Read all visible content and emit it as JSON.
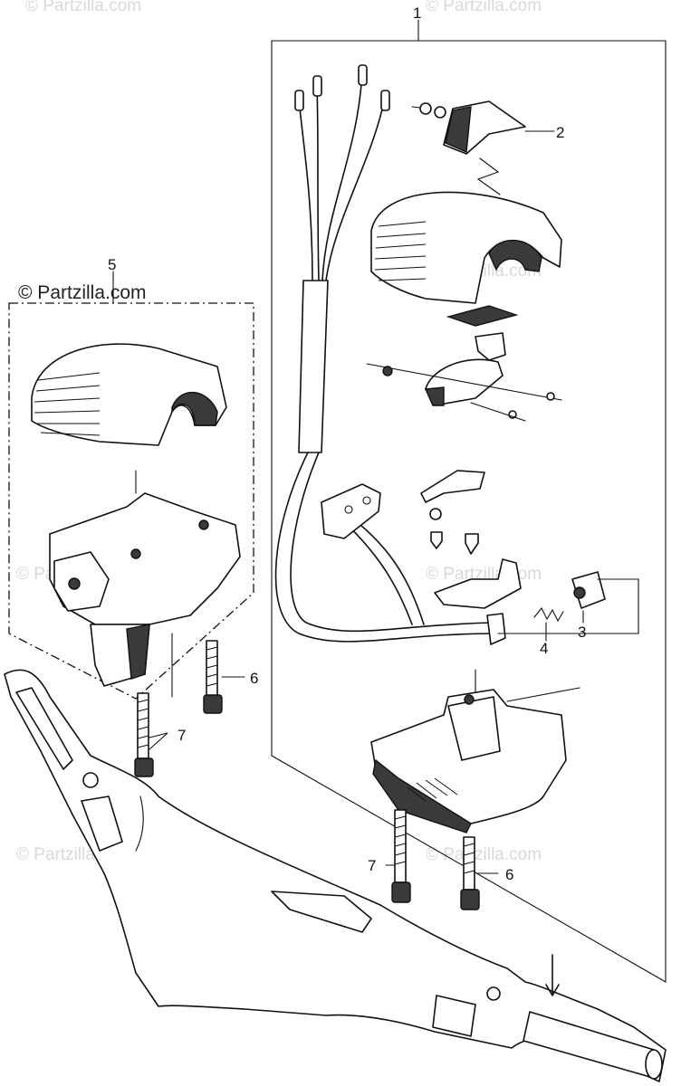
{
  "watermark": {
    "brand": "© Partzilla.com",
    "corner_brand": "© Partzilla.com"
  },
  "callouts": [
    {
      "id": "1",
      "label": "1"
    },
    {
      "id": "2",
      "label": "2"
    },
    {
      "id": "3",
      "label": "3"
    },
    {
      "id": "4",
      "label": "4"
    },
    {
      "id": "5",
      "label": "5"
    },
    {
      "id": "6a",
      "label": "6"
    },
    {
      "id": "7a",
      "label": "7"
    },
    {
      "id": "7b",
      "label": "7"
    },
    {
      "id": "6b",
      "label": "6"
    }
  ],
  "colors": {
    "ink": "#111111",
    "watermark": "#d9d9d9",
    "background": "#ffffff"
  }
}
